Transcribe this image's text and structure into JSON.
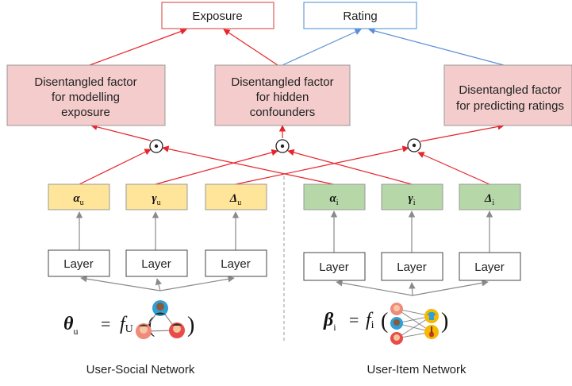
{
  "top_boxes": {
    "exposure": "Exposure",
    "rating": "Rating"
  },
  "factor_boxes": {
    "exposure": [
      "Disentangled factor",
      "for modelling",
      "exposure"
    ],
    "confounder": [
      "Disentangled factor",
      "for hidden",
      "confounders"
    ],
    "rating": [
      "Disentangled factor",
      "for predicting ratings"
    ]
  },
  "product_symbol": "⊙",
  "user_vectors": [
    {
      "symbol": "α",
      "sub": "u"
    },
    {
      "symbol": "γ",
      "sub": "u"
    },
    {
      "symbol": "Δ",
      "sub": "u"
    }
  ],
  "item_vectors": [
    {
      "symbol": "α",
      "sub": "i"
    },
    {
      "symbol": "γ",
      "sub": "i"
    },
    {
      "symbol": "Δ",
      "sub": "i"
    }
  ],
  "layer_label": "Layer",
  "user_formula": {
    "lhs": "θ",
    "lhs_sub": "u",
    "eq": "=",
    "fn": "f",
    "fn_sub": "U",
    "open": "(",
    "close": ")"
  },
  "item_formula": {
    "lhs": "β",
    "lhs_sub": "i",
    "eq": "=",
    "fn": "f",
    "fn_sub": "i",
    "open": "(",
    "close": ")"
  },
  "captions": {
    "user": "User-Social Network",
    "item": "User-Item Network"
  },
  "colors": {
    "exposure_border": "#e06666",
    "rating_border": "#6fa8dc",
    "factor_fill": "#f4cccc",
    "factor_border": "#999999",
    "user_vec_fill": "#ffe599",
    "item_vec_fill": "#b6d7a8",
    "vec_border": "#999999",
    "red_arrow": "#e8232a",
    "blue_arrow": "#5b8ed6",
    "gray_arrow": "#8a8a8a",
    "divider": "#999999"
  }
}
